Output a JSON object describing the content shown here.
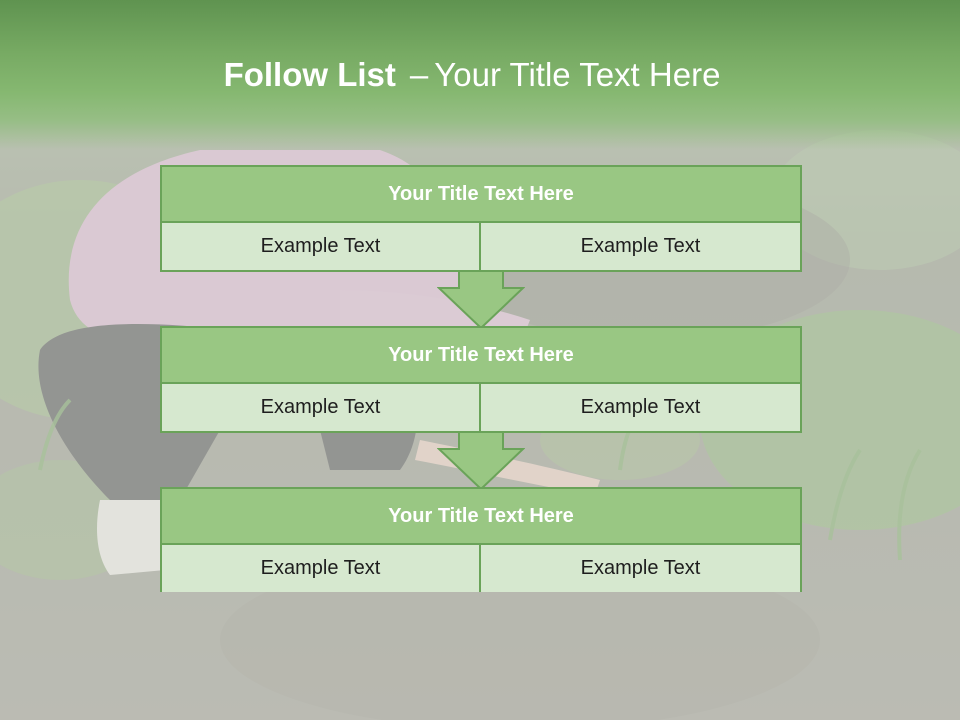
{
  "header": {
    "title_bold": "Follow List",
    "title_dash": "–",
    "title_rest": "Your Title Text Here"
  },
  "flow": {
    "steps": [
      {
        "title": "Your Title Text Here",
        "left": "Example Text",
        "right": "Example Text"
      },
      {
        "title": "Your Title Text Here",
        "left": "Example Text",
        "right": "Example Text"
      },
      {
        "title": "Your Title Text Here",
        "left": "Example Text",
        "right": "Example Text"
      }
    ]
  },
  "colors": {
    "header_green": "#77aa63",
    "box_border": "#6aa359",
    "box_header": "#99c783",
    "box_cell": "#d6e8cf",
    "arrow_fill": "#99c783"
  },
  "background": {
    "icon": "garden-photo"
  }
}
